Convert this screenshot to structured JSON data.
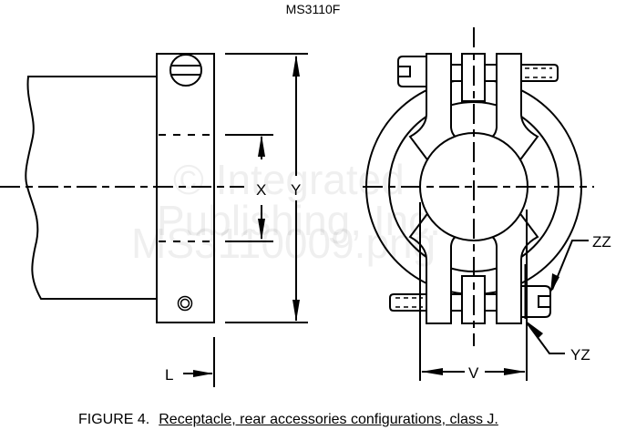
{
  "title": "MS3110F",
  "labels": {
    "x": "X",
    "y": "Y",
    "l": "L",
    "v": "V",
    "zz": "ZZ",
    "yz": "YZ"
  },
  "caption": {
    "figure": "FIGURE 4.",
    "text": "Receptacle, rear accessories configurations, class J."
  },
  "watermark": [
    "© Integrated",
    "Publishing, Inc.",
    "MS3110009.png"
  ]
}
